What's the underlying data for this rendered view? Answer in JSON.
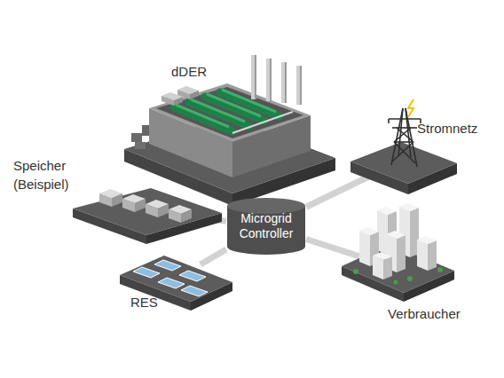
{
  "diagram": {
    "nodes": [
      {
        "text": [
          "dDER"
        ]
      },
      {
        "text": [
          "Stromnetz"
        ]
      },
      {
        "text": [
          "Speicher (Beispiel)"
        ]
      },
      {
        "text": [
          "Microgrid Controller"
        ]
      },
      {
        "text": [
          "RES"
        ]
      },
      {
        "text": [
          "Verbraucher"
        ]
      }
    ],
    "edges": [
      {
        "from": 3,
        "to": 0,
        "arrow": "none"
      },
      {
        "from": 3,
        "to": 1,
        "arrow": "none"
      },
      {
        "from": 3,
        "to": 2,
        "arrow": "none"
      },
      {
        "from": 3,
        "to": 4,
        "arrow": "none"
      },
      {
        "from": 3,
        "to": 5,
        "arrow": "none"
      }
    ]
  }
}
